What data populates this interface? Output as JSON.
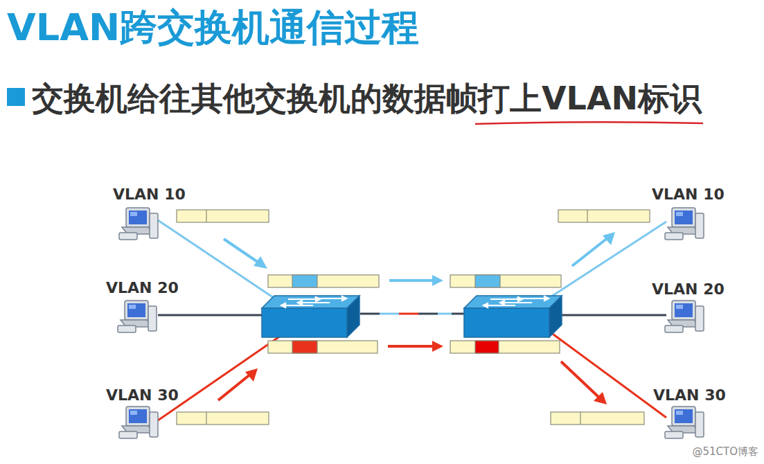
{
  "diagram": {
    "title": "VLAN跨交换机通信过程",
    "nodes": [
      {
        "text": [
          "VLAN 10"
        ]
      },
      {
        "text": [
          "VLAN 10"
        ]
      },
      {
        "text": [
          "VLAN 20"
        ]
      },
      {
        "text": [
          "VLAN 20"
        ]
      },
      {
        "text": [
          "VLAN 30"
        ]
      },
      {
        "text": [
          "VLAN 30"
        ]
      }
    ],
    "labels": [
      "交换机给往其他交换机的数据帧打上VLAN标识",
      "@51CTO博客"
    ]
  }
}
